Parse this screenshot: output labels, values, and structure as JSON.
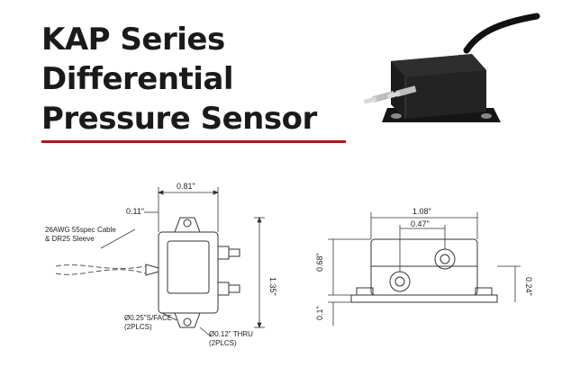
{
  "title": {
    "line1": "KAP Series",
    "line2": "Differential",
    "line3": "Pressure Sensor"
  },
  "colors": {
    "accent_rule": "#b5121b",
    "title_text": "#1a1a1a",
    "drawing_line": "#333333",
    "photo_body": "#1c1c1c"
  },
  "top_view": {
    "dim_width": "0.81\"",
    "dim_flange": "0.11\"",
    "dim_height": "1.35\"",
    "cable_label_1": "26AWG 55spec Cable",
    "cable_label_2": "& DR25 Sleeve",
    "port_label_1": "Ø0.25\"S/FACE",
    "port_label_2": "(2PLCS)",
    "hole_label_1": "Ø0.12\"  THRU",
    "hole_label_2": "(2PLCS)"
  },
  "side_view": {
    "dim_overall": "1.08\"",
    "dim_ports": "0.47\"",
    "dim_height": "0.68\"",
    "dim_base": "0.1\"",
    "dim_flange_h": "0.24\""
  }
}
